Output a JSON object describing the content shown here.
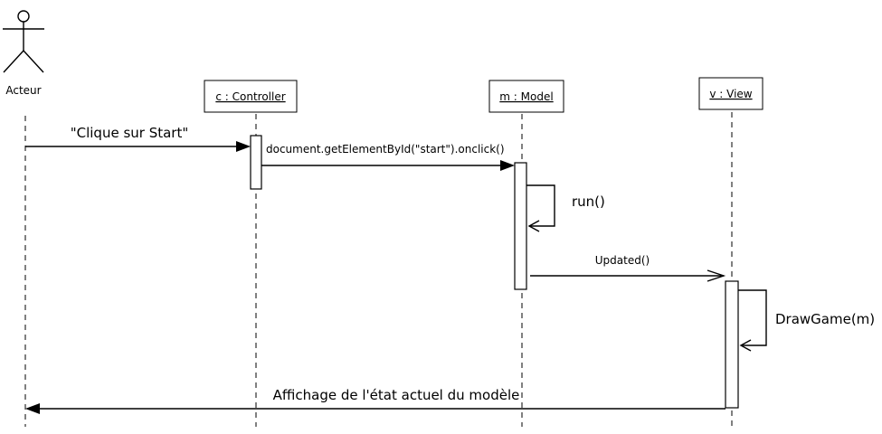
{
  "actor": {
    "label": "Acteur"
  },
  "participants": {
    "controller": "c : Controller",
    "model": "m : Model",
    "view": "v : View"
  },
  "messages": {
    "m1": "\"Clique sur Start\"",
    "m2": "document.getElementById(\"start\").onclick()",
    "m3": "run()",
    "m4": "Updated()",
    "m5": "DrawGame(m)",
    "m6": "Affichage de l'état actuel du modèle"
  }
}
